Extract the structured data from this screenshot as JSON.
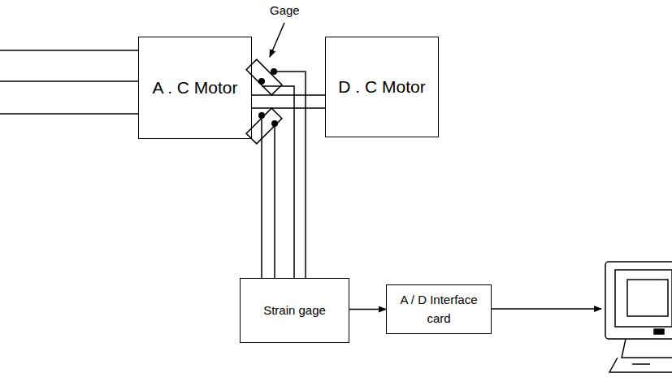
{
  "diagram": {
    "nodes": [
      {
        "text": [
          "A . C Motor"
        ]
      },
      {
        "text": [
          "D . C Motor"
        ]
      },
      {
        "text": [
          "Strain gage"
        ]
      },
      {
        "text": [
          "A / D Interface card"
        ]
      }
    ],
    "edges": [
      {
        "from": 0,
        "to": 1,
        "arrow": "none"
      },
      {
        "from": 0,
        "to": 1,
        "arrow": "none"
      },
      {
        "from": 2,
        "to": 3,
        "arrow": "to"
      }
    ],
    "labels": [
      "Gage"
    ]
  }
}
